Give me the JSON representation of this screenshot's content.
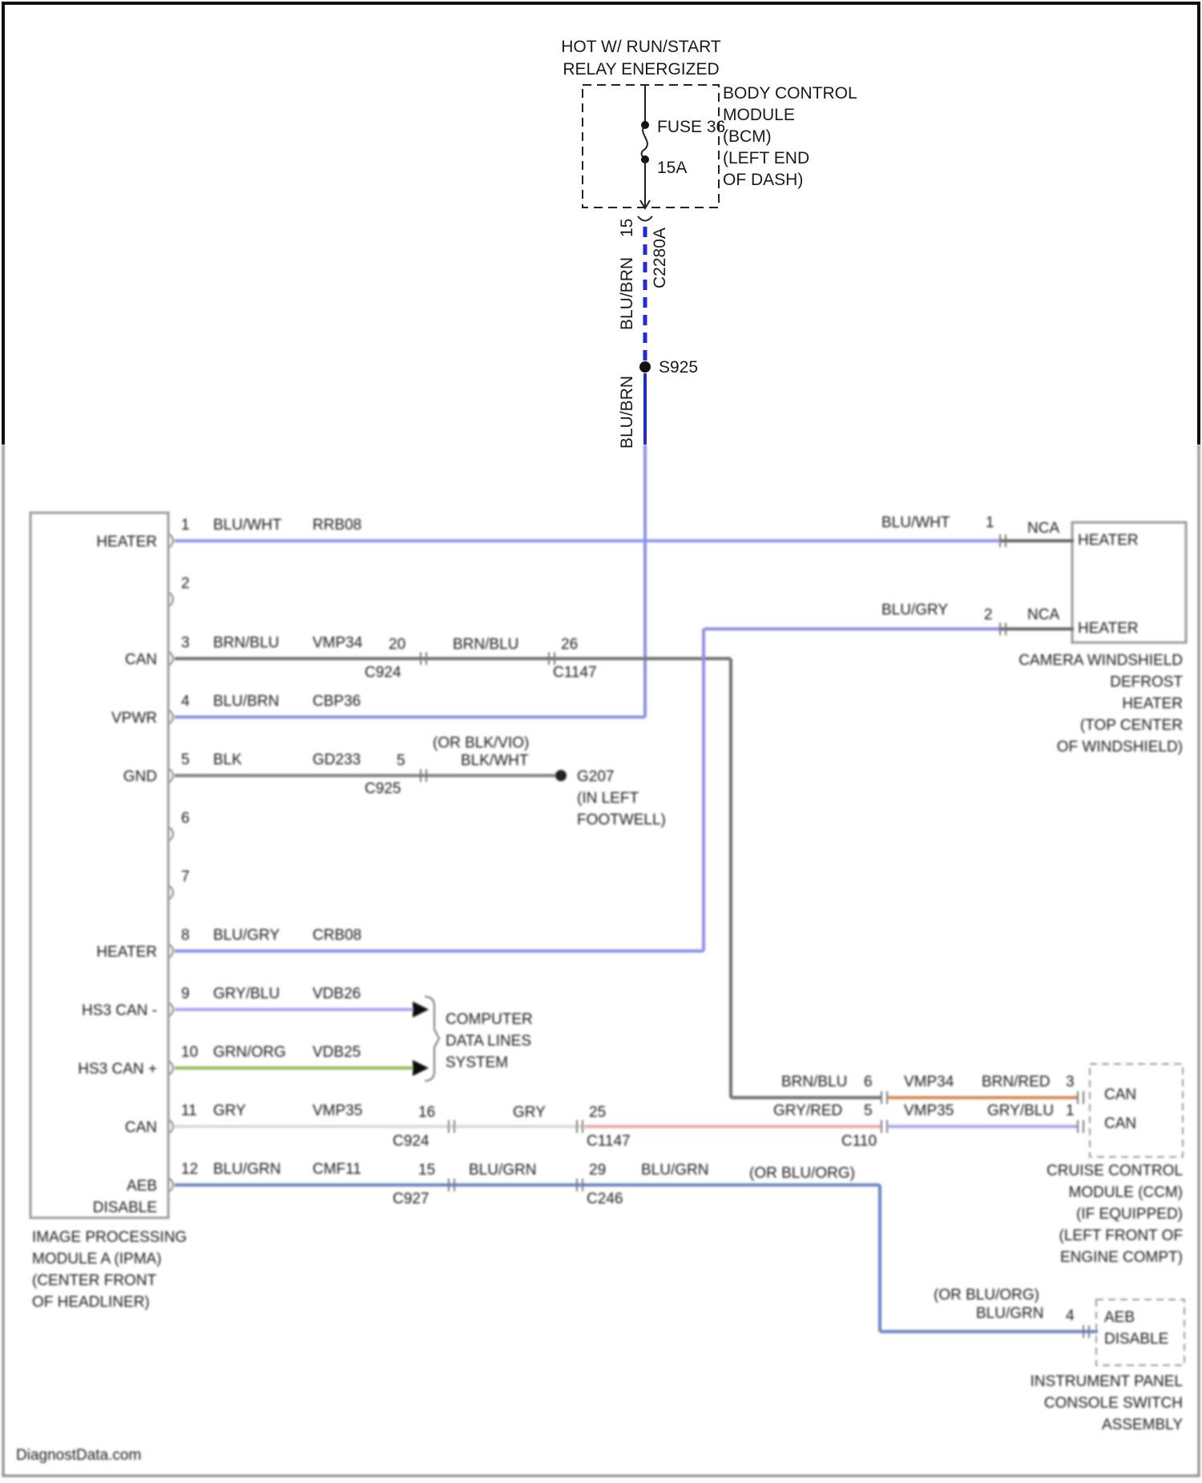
{
  "top": {
    "hot_line1": "HOT W/ RUN/START",
    "hot_line2": "RELAY ENERGIZED",
    "bcm_lines": [
      "BODY CONTROL",
      "MODULE",
      "(BCM)",
      "(LEFT END",
      "OF DASH)"
    ],
    "fuse_label": "FUSE 36",
    "fuse_amps": "15A",
    "pin": "15",
    "wire_color": "BLU/BRN",
    "connector": "C2280A",
    "splice": "S925",
    "wire_color_lower": "BLU/BRN"
  },
  "ipma": {
    "name_lines": [
      "IMAGE PROCESSING",
      "MODULE A (IPMA)",
      "(CENTER FRONT",
      "OF HEADLINER)"
    ],
    "pins": [
      {
        "num": "1",
        "label": "HEATER",
        "wire": "BLU/WHT",
        "circuit": "RRB08"
      },
      {
        "num": "2",
        "label": "",
        "wire": "",
        "circuit": ""
      },
      {
        "num": "3",
        "label": "CAN",
        "wire": "BRN/BLU",
        "circuit": "VMP34"
      },
      {
        "num": "4",
        "label": "VPWR",
        "wire": "BLU/BRN",
        "circuit": "CBP36"
      },
      {
        "num": "5",
        "label": "GND",
        "wire": "BLK",
        "circuit": "GD233"
      },
      {
        "num": "6",
        "label": "",
        "wire": "",
        "circuit": ""
      },
      {
        "num": "7",
        "label": "",
        "wire": "",
        "circuit": ""
      },
      {
        "num": "8",
        "label": "HEATER",
        "wire": "BLU/GRY",
        "circuit": "CRB08"
      },
      {
        "num": "9",
        "label": "HS3 CAN -",
        "wire": "GRY/BLU",
        "circuit": "VDB26"
      },
      {
        "num": "10",
        "label": "HS3 CAN +",
        "wire": "GRN/ORG",
        "circuit": "VDB25"
      },
      {
        "num": "11",
        "label": "CAN",
        "wire": "GRY",
        "circuit": "VMP35"
      },
      {
        "num": "12",
        "label": "AEB",
        "label2": "DISABLE",
        "wire": "BLU/GRN",
        "circuit": "CMF11"
      }
    ]
  },
  "inline": {
    "c3_pin_a": "20",
    "c3_conn_a": "C924",
    "c3_wire_b": "BRN/BLU",
    "c3_pin_b": "26",
    "c3_conn_b": "C1147",
    "c5_pin": "5",
    "c5_conn": "C925",
    "c5_alt1": "(OR BLK/VIO)",
    "c5_alt2": "BLK/WHT",
    "ground_lines": [
      "G207",
      "(IN LEFT",
      "FOOTWELL)"
    ],
    "data_lines": [
      "COMPUTER",
      "DATA LINES",
      "SYSTEM"
    ],
    "c11_pin_a": "16",
    "c11_conn_a": "C924",
    "c11_wire_b": "GRY",
    "c11_pin_b": "25",
    "c11_conn_b": "C1147",
    "c12_pin_a": "15",
    "c12_conn_a": "C927",
    "c12_wire_b": "BLU/GRN",
    "c12_pin_b": "29",
    "c12_conn_b": "C246",
    "c12_wire_c": "BLU/GRN",
    "c12_alt": "(OR BLU/ORG)"
  },
  "camera_heater": {
    "name_lines": [
      "CAMERA WINDSHIELD",
      "DEFROST",
      "HEATER",
      "(TOP CENTER",
      "OF WINDSHIELD)"
    ],
    "pin1": {
      "num": "1",
      "wire": "BLU/WHT",
      "nca": "NCA",
      "label": "HEATER"
    },
    "pin2": {
      "num": "2",
      "wire": "BLU/GRY",
      "nca": "NCA",
      "label": "HEATER"
    }
  },
  "ccm": {
    "name_lines": [
      "CRUISE CONTROL",
      "MODULE (CCM)",
      "(IF EQUIPPED)",
      "(LEFT FRONT OF",
      "ENGINE COMPT)"
    ],
    "row1": {
      "wire_a": "BRN/BLU",
      "pin_a": "6",
      "circuit": "VMP34",
      "wire_b": "BRN/RED",
      "pin_b": "3",
      "label": "CAN"
    },
    "row2": {
      "wire_a": "GRY/RED",
      "pin_a": "5",
      "circuit": "VMP35",
      "wire_b": "GRY/BLU",
      "pin_b": "1",
      "label": "CAN",
      "conn": "C110"
    }
  },
  "ipcs": {
    "name_lines": [
      "INSTRUMENT PANEL",
      "CONSOLE SWITCH",
      "ASSEMBLY"
    ],
    "alt": "(OR BLU/ORG)",
    "wire": "BLU/GRN",
    "pin": "4",
    "label1": "AEB",
    "label2": "DISABLE"
  },
  "footer": {
    "watermark": "DiagnostData.com"
  },
  "colors": {
    "blue_dash": "#1f2bd6",
    "blu_wht": "#8f96ee",
    "blu_brn": "#8a8fe0",
    "blu_gry": "#8d8ee8",
    "brn_blu": "#6f6f6f",
    "blk": "#808080",
    "gry_blu": "#a9a9ee",
    "grn_org": "#8fbf5a",
    "gry": "#d9d9d9",
    "gry_red": "#e8a8a8",
    "blu_grn": "#6d83c4",
    "brn_red": "#d08a57"
  }
}
